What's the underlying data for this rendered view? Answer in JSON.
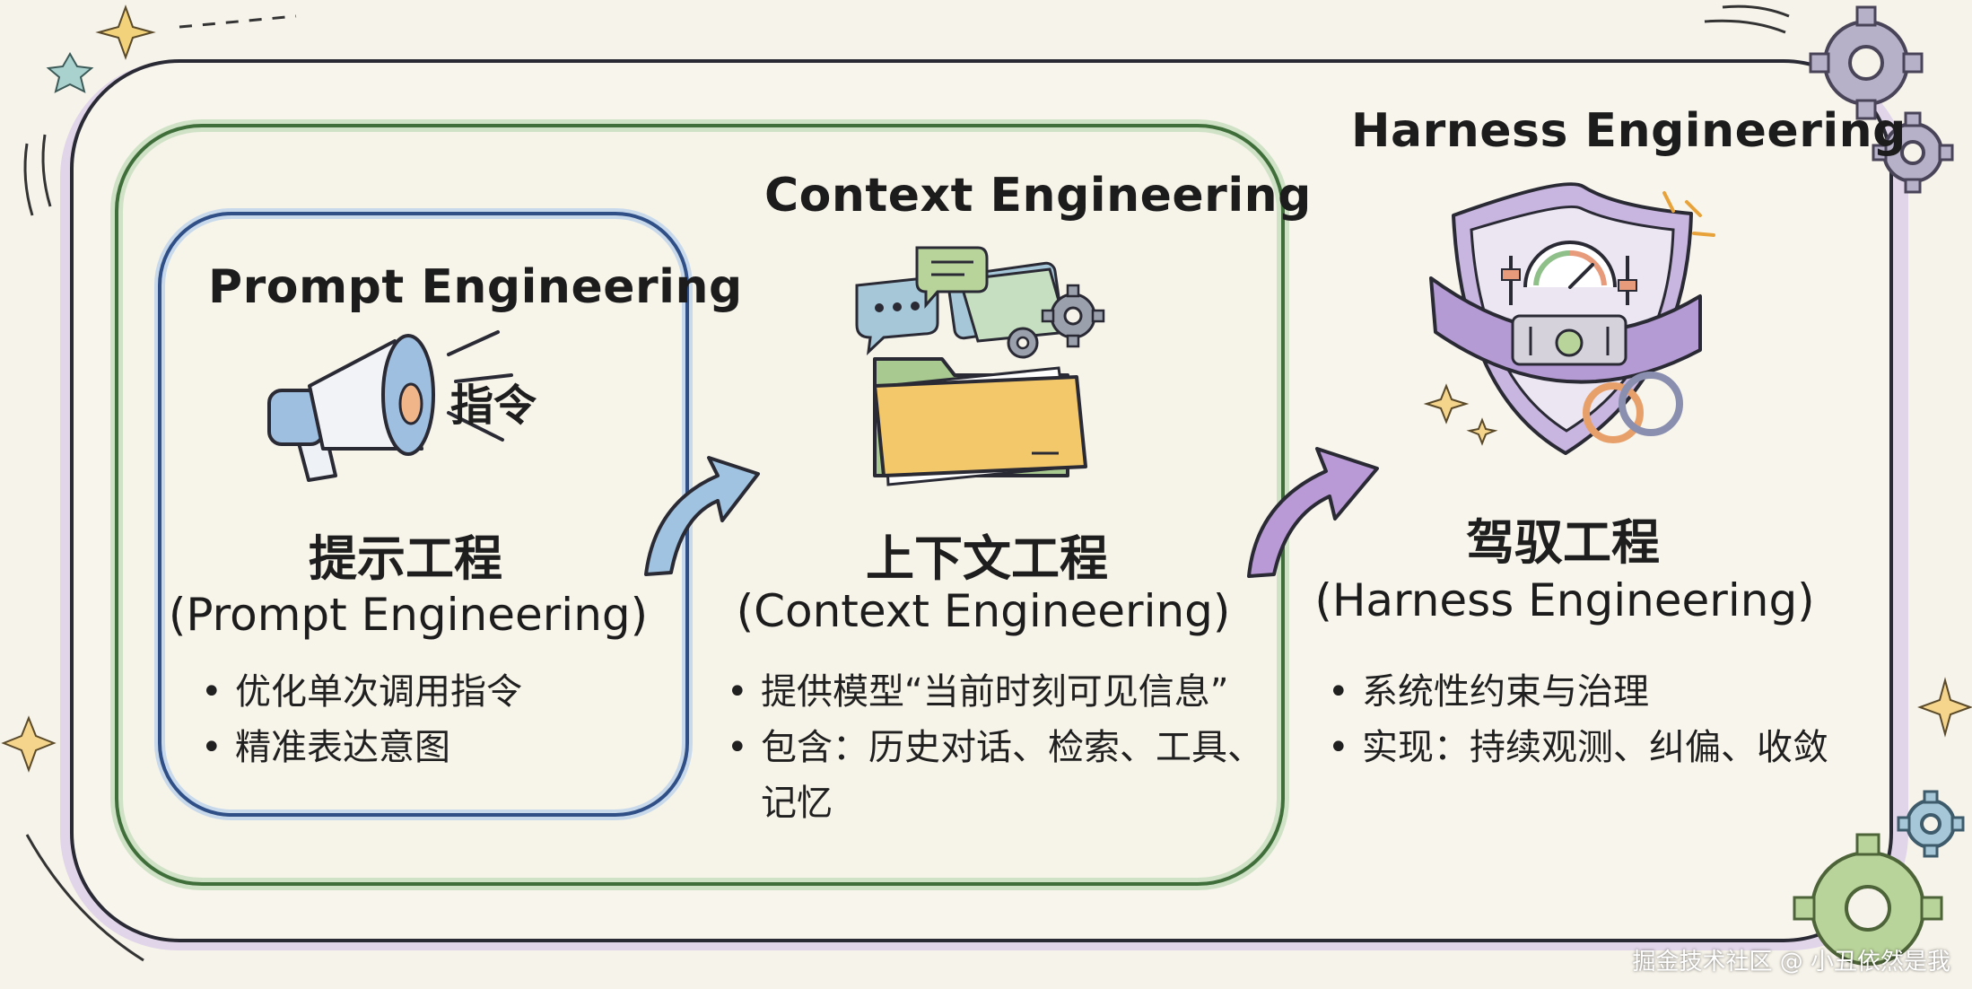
{
  "prompt": {
    "title": "Prompt Engineering",
    "badge": "指令",
    "cn_title": "提示工程",
    "en_title": "(Prompt Engineering)",
    "bullets": [
      "优化单次调用指令",
      "精准表达意图"
    ]
  },
  "context": {
    "title": "Context Engineering",
    "cn_title": "上下文工程",
    "en_title": "(Context Engineering)",
    "bullets": [
      "提供模型“当前时刻可见信息”",
      "包含：历史对话、检索、工具、记忆"
    ]
  },
  "harness": {
    "title": "Harness Engineering",
    "cn_title": "驾驭工程",
    "en_title": "(Harness Engineering)",
    "bullets": [
      "系统性约束与治理",
      "实现：持续观测、纠偏、收敛"
    ]
  },
  "watermark": "掘金技术社区 @ 小丑依然是我",
  "colors": {
    "outer_border": "#2a2a35",
    "outer_glow": "#cbb7df",
    "context_border": "#3f6e3a",
    "prompt_border": "#2f4f86",
    "arrow_blue": "#9fc3e0",
    "arrow_purple": "#b99ad6",
    "shield_purple": "#a98ccc",
    "folder_yellow": "#f2c86a"
  }
}
